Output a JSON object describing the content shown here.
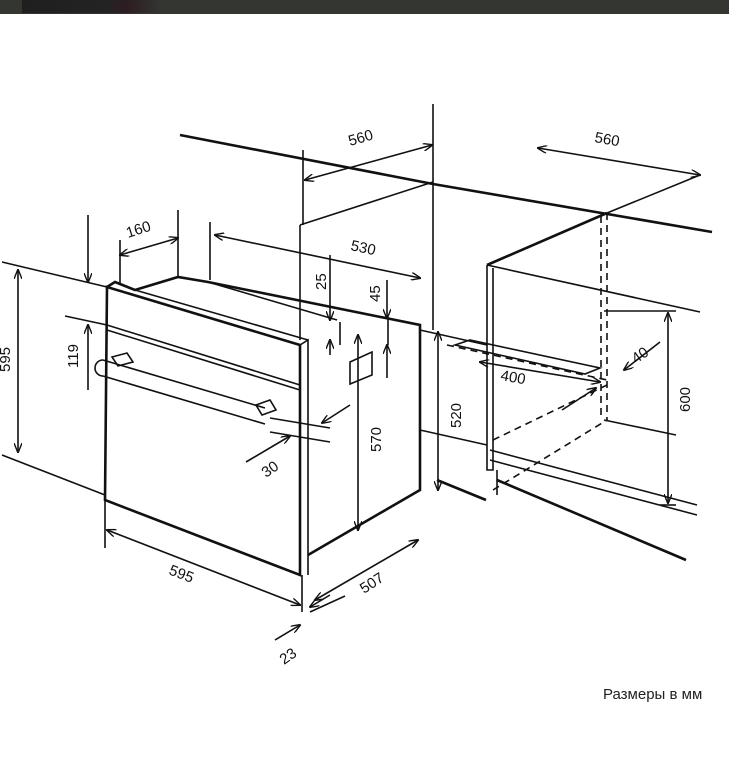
{
  "title": "Oven installation dimensions",
  "dimensions": {
    "niche_width_top": "560",
    "niche_width_right": "560",
    "top_vent_depth": "160",
    "niche_depth": "530",
    "top_gap": "25",
    "side_gap": "45",
    "oven_height": "595",
    "panel_height": "119",
    "niche_height": "570",
    "under_niche_height": "520",
    "handle_depth": "30",
    "vent_width": "400",
    "vent_depth": "40",
    "cabinet_height": "600",
    "oven_width": "595",
    "oven_depth": "507",
    "front_thickness": "23"
  },
  "note": "Размеры в мм",
  "colors": {
    "line": "#111111",
    "topbar": "#343632"
  }
}
